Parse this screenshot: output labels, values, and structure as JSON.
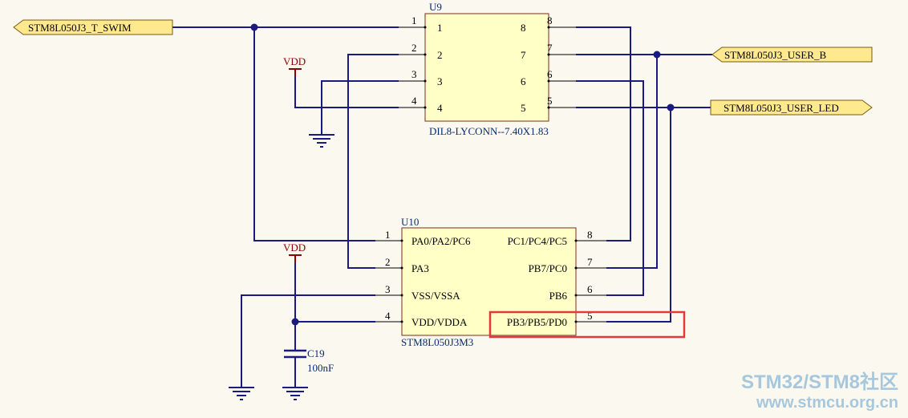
{
  "colors": {
    "wire": "#1a1a80",
    "component_fill": "#ffffc6",
    "component_border": "#7d2a1c",
    "port_fill": "#ffe98f",
    "port_border": "#7a5a10",
    "power": "#8b0000",
    "highlight": "#e03a3a",
    "background": "#fbf9ef",
    "watermark": "#a7c7dd"
  },
  "ports": {
    "swim": "STM8L050J3_T_SWIM",
    "user_b": "STM8L050J3_USER_B",
    "user_led": "STM8L050J3_USER_LED"
  },
  "u9": {
    "designator": "U9",
    "footprint": "DIL8-LYCONN--7.40X1.83",
    "left_pins": [
      "1",
      "2",
      "3",
      "4"
    ],
    "right_pins": [
      "8",
      "7",
      "6",
      "5"
    ]
  },
  "u10": {
    "designator": "U10",
    "part": "STM8L050J3M3",
    "left_pins": [
      {
        "num": "1",
        "name": "PA0/PA2/PC6"
      },
      {
        "num": "2",
        "name": "PA3"
      },
      {
        "num": "3",
        "name": "VSS/VSSA"
      },
      {
        "num": "4",
        "name": "VDD/VDDA"
      }
    ],
    "right_pins": [
      {
        "num": "8",
        "name": "PC1/PC4/PC5"
      },
      {
        "num": "7",
        "name": "PB7/PC0"
      },
      {
        "num": "6",
        "name": "PB6"
      },
      {
        "num": "5",
        "name": "PB3/PB5/PD0"
      }
    ]
  },
  "power": {
    "vdd_top": "VDD",
    "vdd_bottom": "VDD"
  },
  "c19": {
    "designator": "C19",
    "value": "100nF"
  },
  "watermark": {
    "line1": "STM32/STM8社区",
    "line2": "www.stmcu.org.cn"
  },
  "icons": [
    "ground-symbol-icon",
    "vdd-power-icon",
    "capacitor-icon",
    "junction-dot-icon"
  ]
}
